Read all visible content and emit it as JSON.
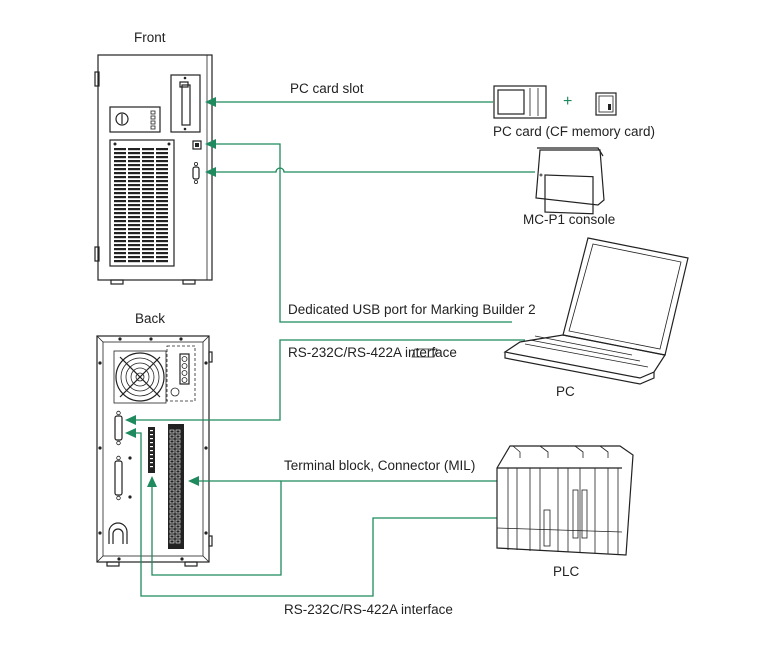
{
  "diagram": {
    "views": {
      "front": "Front",
      "back": "Back"
    },
    "devices": {
      "pc_card": "PC card (CF memory card)",
      "console": "MC-P1 console",
      "pc": "PC",
      "plc": "PLC"
    },
    "connections": {
      "pc_card_slot": "PC card slot",
      "usb_port": "Dedicated USB port for Marking Builder 2",
      "rs232_pc": "RS-232C/RS-422A interface",
      "terminal_block": "Terminal block, Connector (MIL)",
      "rs232_plc": "RS-232C/RS-422A interface"
    },
    "plus_sign": "+",
    "colors": {
      "wire": "#1f8a5e",
      "ink": "#222222"
    }
  }
}
